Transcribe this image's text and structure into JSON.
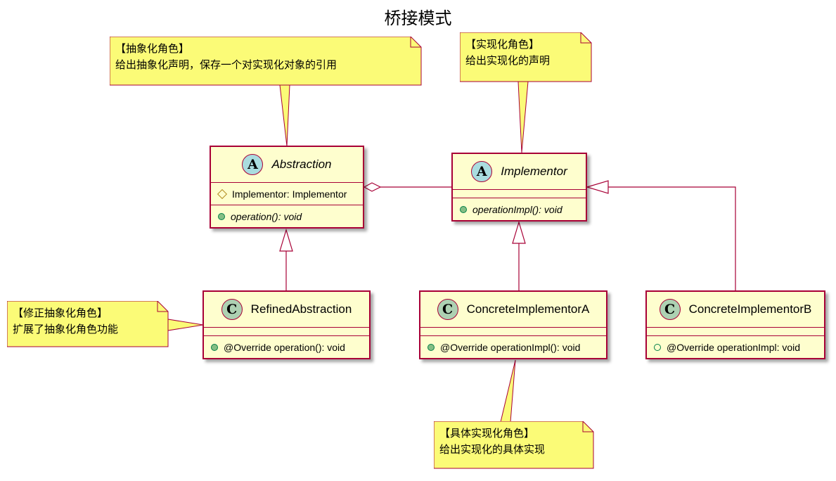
{
  "title": "桥接模式",
  "classes": {
    "abstraction": {
      "kind": "A",
      "name": "Abstraction",
      "field": "Implementor: Implementor",
      "method": "operation(): void"
    },
    "implementor": {
      "kind": "A",
      "name": "Implementor",
      "method": "operationImpl(): void"
    },
    "refined": {
      "kind": "C",
      "name": "RefinedAbstraction",
      "method": "@Override operation(): void"
    },
    "concrete_a": {
      "kind": "C",
      "name": "ConcreteImplementorA",
      "method": "@Override operationImpl(): void"
    },
    "concrete_b": {
      "kind": "C",
      "name": "ConcreteImplementorB",
      "method": "@Override operationImpl: void"
    }
  },
  "notes": {
    "abstraction": {
      "line1": "【抽象化角色】",
      "line2": "给出抽象化声明，保存一个对实现化对象的引用"
    },
    "implementor": {
      "line1": "【实现化角色】",
      "line2": "给出实现化的声明"
    },
    "refined": {
      "line1": "【修正抽象化角色】",
      "line2": "扩展了抽象化角色功能"
    },
    "concrete": {
      "line1": "【具体实现化角色】",
      "line2": "给出实现化的具体实现"
    }
  },
  "colors": {
    "class_fill": "#FEFECE",
    "class_border": "#A80036",
    "note_fill": "#FBFB77",
    "abstract_badge": "#A9DCDF",
    "class_badge": "#ADD1B2"
  }
}
